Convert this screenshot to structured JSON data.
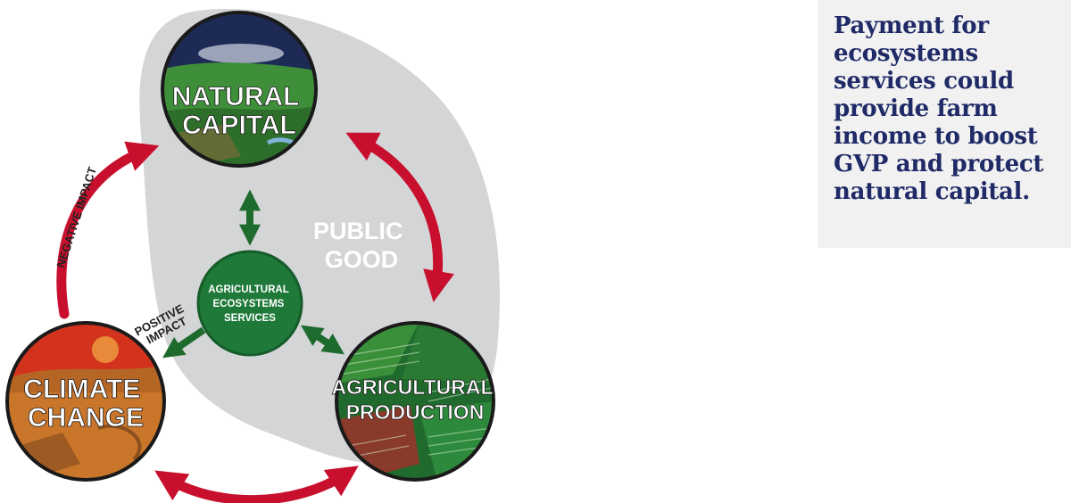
{
  "diagram": {
    "nodes": {
      "natural_capital": [
        "NATURAL",
        "CAPITAL"
      ],
      "ecosystem_services": [
        "AGRICULTURAL",
        "ECOSYSTEMS",
        "SERVICES"
      ],
      "climate_change": [
        "CLIMATE",
        "CHANGE"
      ],
      "agricultural_production": [
        "AGRICULTURAL",
        "PRODUCTION"
      ]
    },
    "region_label": [
      "PUBLIC",
      "GOOD"
    ],
    "edge_labels": {
      "negative_impact": "NEGATIVE IMPACT",
      "positive_impact": [
        "POSITIVE",
        "IMPACT"
      ]
    },
    "colors": {
      "arrow_red": "#c8102e",
      "arrow_green": "#1e6b2e",
      "public_good_region": "#d4d5d7",
      "node_green": "#1f7a3a",
      "climate_orange": "#c9762a"
    }
  },
  "callout": {
    "text": "Payment for ecosystems services could provide farm income to boost GVP and protect natural capital."
  }
}
